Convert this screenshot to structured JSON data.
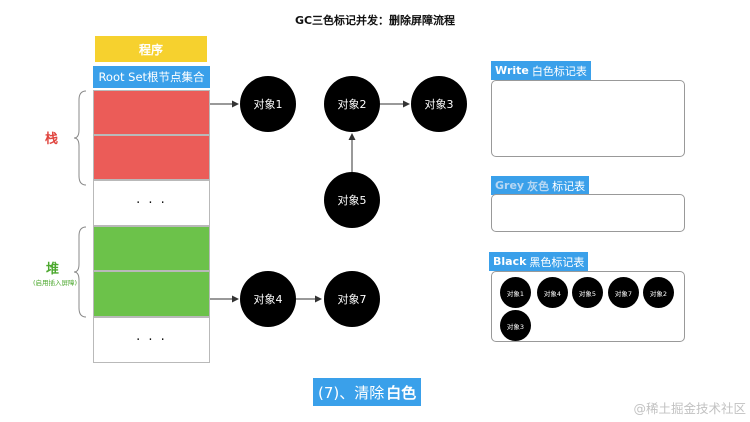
{
  "title": "GC三色标记并发：删除屏障流程",
  "program": "程序",
  "root_set": "Root Set根节点集合",
  "stack_label": "栈",
  "heap_label": "堆",
  "heap_sublabel": "(启用插入屏障)",
  "ellipsis": "· · ·",
  "nodes": {
    "obj1": "对象1",
    "obj2": "对象2",
    "obj3": "对象3",
    "obj4": "对象4",
    "obj5": "对象5",
    "obj7": "对象7"
  },
  "sets": {
    "white": {
      "name": "Write",
      "label_a": "白色",
      "label_b": "标记表"
    },
    "gray": {
      "name": "Grey",
      "label_a": "灰色",
      "label_b": "标记表"
    },
    "black": {
      "name": "Black",
      "label_a": "黑色",
      "label_b": "标记表",
      "items": [
        "对象1",
        "对象4",
        "对象5",
        "对象7",
        "对象2",
        "对象3"
      ]
    }
  },
  "caption": {
    "prefix": "(7)、清除",
    "emphasis": "白色"
  },
  "watermark": "@稀土掘金技术社区",
  "colors": {
    "red": "#eb5c58",
    "green": "#6cc24a",
    "blue": "#3aa0ea",
    "yellow": "#f6d12e",
    "black": "#000000"
  }
}
